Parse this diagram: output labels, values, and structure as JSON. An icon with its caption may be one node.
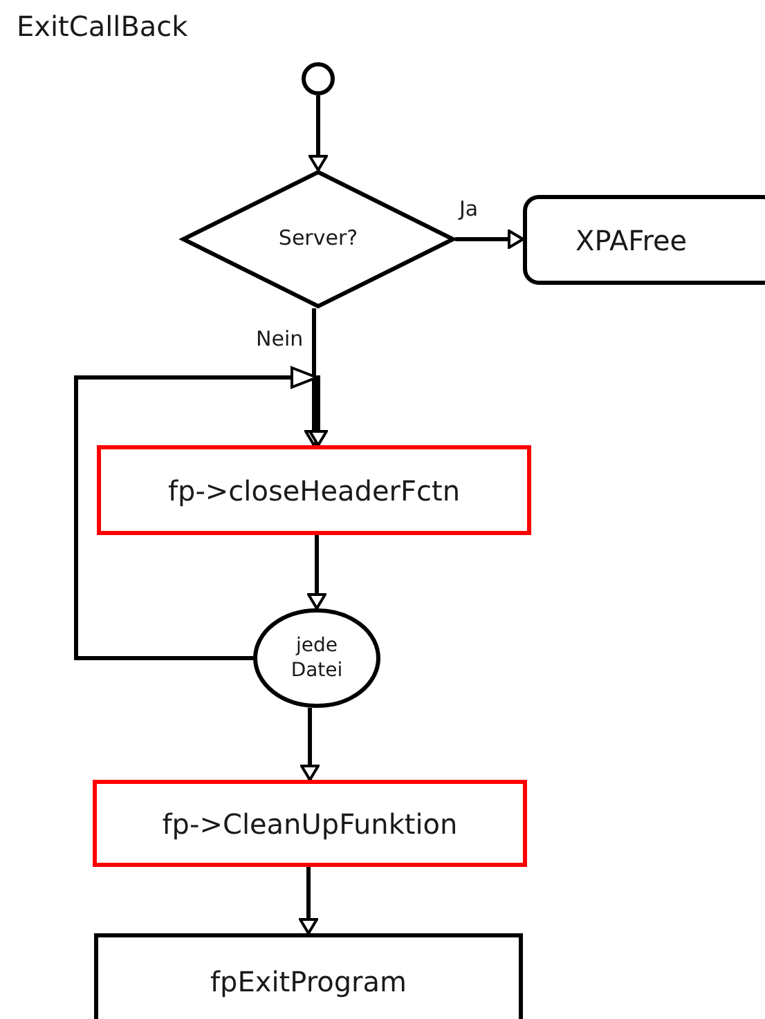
{
  "diagram": {
    "title": "ExitCallBack",
    "nodes": [
      {
        "text": [],
        "shape": "circle"
      },
      {
        "text": [
          "Server?"
        ]
      },
      {
        "text": [
          "XPAFree"
        ]
      },
      {
        "text": [
          "fp->closeHeaderFctn"
        ]
      },
      {
        "text": [
          "jede Datei"
        ]
      },
      {
        "text": [
          "fp->CleanUpFunktion"
        ]
      },
      {
        "text": [
          "fpExitProgram"
        ]
      }
    ],
    "edges": [
      {
        "from": 0,
        "to": 1,
        "arrow": "to"
      },
      {
        "from": 1,
        "to": 2,
        "arrow": "to",
        "label": "Ja"
      },
      {
        "from": 1,
        "to": 3,
        "arrow": "to",
        "label": "Nein"
      },
      {
        "from": 3,
        "to": 4,
        "arrow": "to"
      },
      {
        "from": 4,
        "to": 3,
        "arrow": "to"
      },
      {
        "from": 4,
        "to": 5,
        "arrow": "to"
      },
      {
        "from": 5,
        "to": 6,
        "arrow": "to"
      }
    ]
  }
}
